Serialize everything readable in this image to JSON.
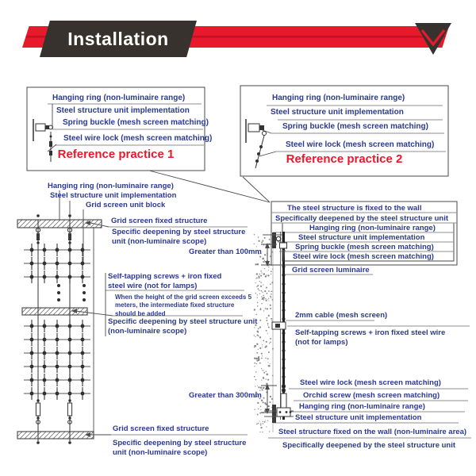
{
  "header": {
    "title": "Installation"
  },
  "colors": {
    "accent_red": "#e8192c",
    "label_blue": "#2b3990",
    "header_dark": "#38322f"
  },
  "ref1": {
    "hanging_ring": "Hanging ring (non-luminaire range)",
    "unit_impl": "Steel structure unit implementation",
    "spring_buckle": "Spring buckle (mesh screen matching)",
    "wire_lock": "Steel wire lock (mesh screen matching)",
    "title": "Reference practice 1"
  },
  "ref2": {
    "hanging_ring": "Hanging ring (non-luminaire range)",
    "unit_impl": "Steel structure unit implementation",
    "spring_buckle": "Spring buckle (mesh screen matching)",
    "wire_lock": "Steel wire lock (mesh screen matching)",
    "title": "Reference practice 2"
  },
  "left": {
    "hanging_ring": "Hanging ring (non-luminaire range)",
    "unit_impl": "Steel structure unit implementation",
    "unit_block": "Grid screen unit block",
    "fixed_top": "Grid screen fixed structure",
    "deepening_top": "Specific deepening by steel structure unit (non-luminaire scope)",
    "self_tapping": "Self-tapping screws + iron fixed steel wire (not for lamps)",
    "note": "When the height of the grid screen exceeds 5 meters, the intermediate fixed structure should be added",
    "deepening_mid": "Specific deepening by steel structure unit (non-luminaire scope)",
    "dim100": "Greater than 100mm",
    "dim300": "Greater than 300mm",
    "fixed_bottom": "Grid screen fixed structure",
    "deepening_bottom": "Specific deepening by steel structure unit (non-luminaire scope)"
  },
  "right": {
    "wall_fixed": "The steel structure is fixed to the wall",
    "deepened_top": "Specifically deepened by the steel structure unit",
    "hanging_ring": "Hanging ring (non-luminaire range)",
    "unit_impl": "Steel structure unit implementation",
    "spring_buckle": "Spring buckle (mesh screen matching)",
    "wire_lock": "Steel wire lock (mesh screen matching)",
    "luminaire": "Grid screen luminaire",
    "cable": "2mm cable (mesh screen)",
    "self_tapping": "Self-tapping screws + iron fixed steel wire (not for lamps)",
    "wire_lock2": "Steel wire lock (mesh screen matching)",
    "orchid": "Orchid screw (mesh screen matching)",
    "hanging_ring2": "Hanging ring (non-luminaire range)",
    "unit_impl2": "Steel structure unit implementation",
    "wall_fixed2": "Steel structure fixed on the wall (non-luminaire area)",
    "deepened_bottom": "Specifically deepened by the steel structure unit"
  }
}
